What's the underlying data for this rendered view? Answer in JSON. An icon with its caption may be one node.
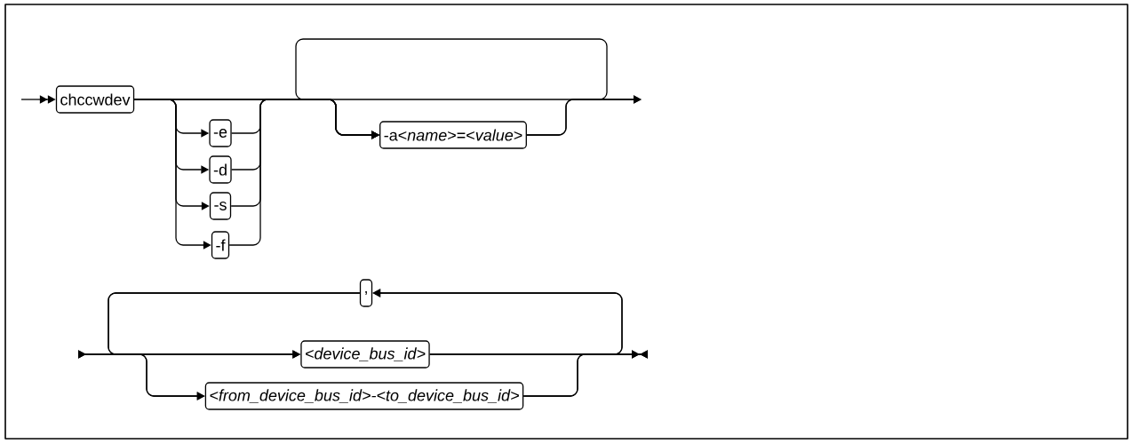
{
  "diagram": {
    "nodes": [
      {
        "text": [
          "chccwdev"
        ]
      },
      {
        "text": [
          "-e"
        ]
      },
      {
        "text": [
          "-d"
        ]
      },
      {
        "text": [
          "-s"
        ]
      },
      {
        "text": [
          "-f"
        ]
      },
      {
        "text": [
          "-a<*name*>=<*value*>"
        ]
      },
      {
        "text": [
          ","
        ]
      },
      {
        "text": [
          "<device_bus_id>"
        ]
      },
      {
        "text": [
          "<from_device_bus_id>-<to_device_bus_id>"
        ]
      }
    ],
    "edges": [
      {
        "from": null,
        "to": 0,
        "arrow": "to"
      },
      {
        "from": 0,
        "to": 1,
        "arrow": "to"
      },
      {
        "from": 0,
        "to": 2,
        "arrow": "to"
      },
      {
        "from": 0,
        "to": 3,
        "arrow": "to"
      },
      {
        "from": 0,
        "to": 4,
        "arrow": "to"
      },
      {
        "from": 0,
        "to": 5,
        "arrow": "to"
      },
      {
        "from": 1,
        "to": 5,
        "arrow": "to"
      },
      {
        "from": 2,
        "to": 5,
        "arrow": "to"
      },
      {
        "from": 3,
        "to": 5,
        "arrow": "to"
      },
      {
        "from": 4,
        "to": 5,
        "arrow": "to"
      },
      {
        "from": 0,
        "to": null,
        "arrow": "to"
      },
      {
        "from": 5,
        "to": null,
        "arrow": "to"
      },
      {
        "from": 5,
        "to": 5,
        "arrow": "to"
      },
      {
        "from": null,
        "to": 7,
        "arrow": "to"
      },
      {
        "from": null,
        "to": 8,
        "arrow": "to"
      },
      {
        "from": 7,
        "to": null,
        "arrow": "to"
      },
      {
        "from": 8,
        "to": null,
        "arrow": "to"
      },
      {
        "from": 7,
        "to": 6,
        "arrow": "to"
      },
      {
        "from": 8,
        "to": 6,
        "arrow": "to"
      },
      {
        "from": 6,
        "to": 7,
        "arrow": "to"
      },
      {
        "from": 6,
        "to": 8,
        "arrow": "to"
      }
    ]
  }
}
